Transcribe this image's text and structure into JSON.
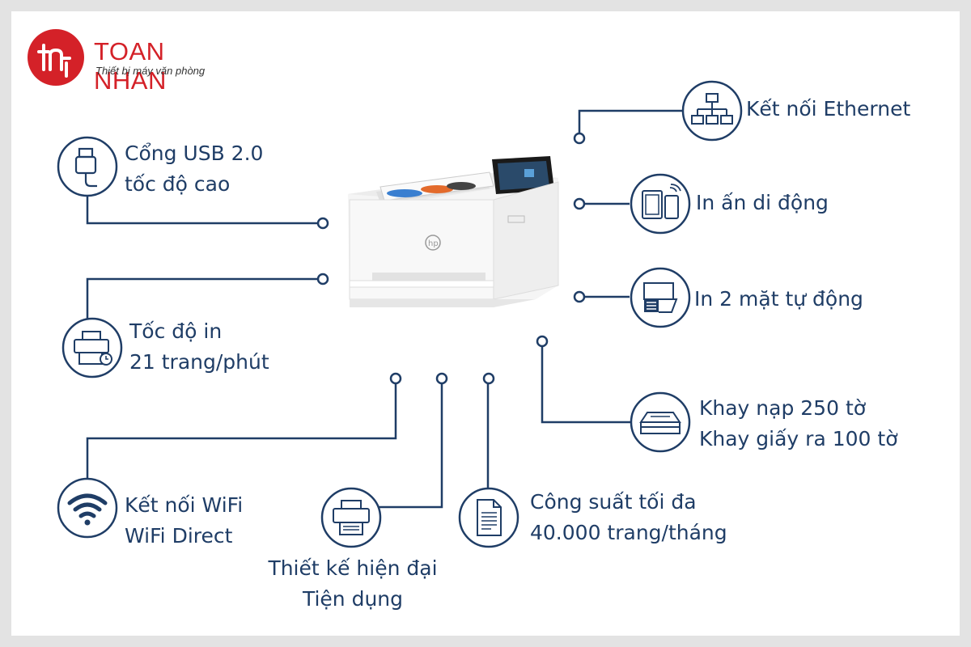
{
  "colors": {
    "line": "#1f3d66",
    "brand_red": "#d42128",
    "background": "#e3e3e3",
    "panel": "#ffffff"
  },
  "logo": {
    "brand": "TOAN NHAN",
    "slogan": "Thiết bị máy văn phòng"
  },
  "features": {
    "usb": {
      "line1": "Cổng USB 2.0",
      "line2": "tốc độ cao",
      "icon": "usb-icon"
    },
    "speed": {
      "line1": "Tốc độ in",
      "line2": "21 trang/phút",
      "icon": "printer-clock-icon"
    },
    "wifi": {
      "line1": "Kết nối WiFi",
      "line2": "WiFi Direct",
      "icon": "wifi-icon"
    },
    "design": {
      "line1": "Thiết kế hiện đại",
      "line2": "Tiện dụng",
      "icon": "printer-icon"
    },
    "duty": {
      "line1": "Công suất tối đa",
      "line2": "40.000 trang/tháng",
      "icon": "document-icon"
    },
    "ethernet": {
      "line1": "Kết nối Ethernet",
      "icon": "network-icon"
    },
    "mobile": {
      "line1": "In ấn di động",
      "icon": "mobile-devices-icon"
    },
    "duplex": {
      "line1": "In 2 mặt tự động",
      "icon": "duplex-print-icon"
    },
    "tray": {
      "line1": "Khay nạp 250 tờ",
      "line2": "Khay giấy ra 100 tờ",
      "icon": "paper-tray-icon"
    }
  }
}
